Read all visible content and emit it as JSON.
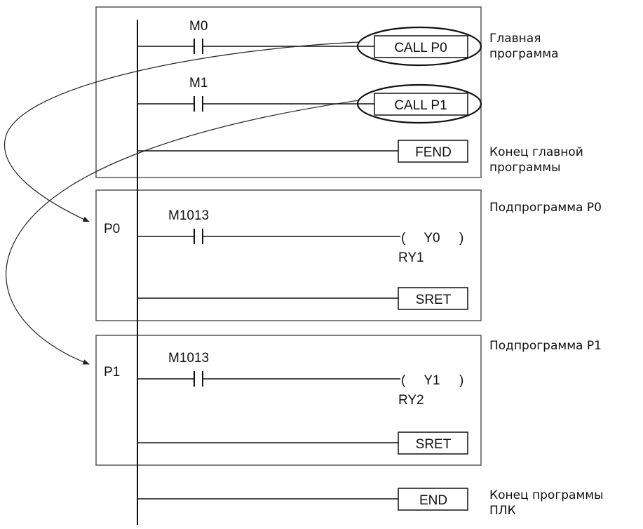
{
  "main_program": {
    "contact_m0": "M0",
    "call_p0": "CALL P0",
    "contact_m1": "M1",
    "call_p1": "CALL P1",
    "fend": "FEND"
  },
  "subroutine_p0": {
    "pointer": "P0",
    "contact": "M1013",
    "coil": "Y0",
    "coil_comment": "RY1",
    "sret": "SRET"
  },
  "subroutine_p1": {
    "pointer": "P1",
    "contact": "M1013",
    "coil": "Y1",
    "coil_comment": "RY2",
    "sret": "SRET"
  },
  "end_instruction": "END",
  "annotations": {
    "main_line1": "Главная",
    "main_line2": "программа",
    "fend_line1": "Конец главной",
    "fend_line2": "программы",
    "sub_p0": "Подпрограмма P0",
    "sub_p1": "Подпрограмма P1",
    "end_line1": "Конец программы",
    "end_line2": "ПЛК"
  }
}
